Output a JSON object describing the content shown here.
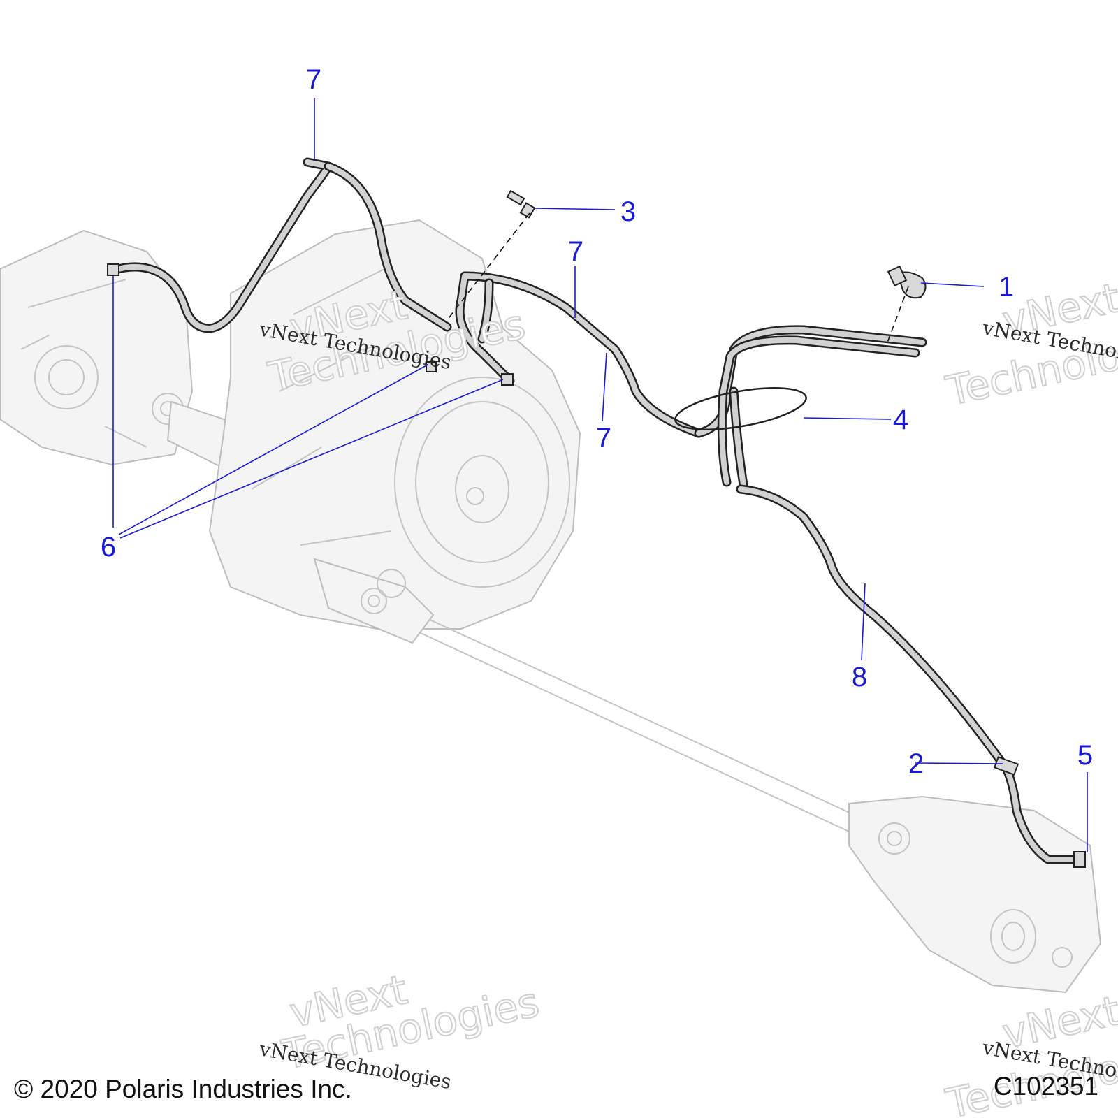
{
  "diagram": {
    "callouts": [
      {
        "id": "c7a",
        "label": "7"
      },
      {
        "id": "c3",
        "label": "3"
      },
      {
        "id": "c7b",
        "label": "7"
      },
      {
        "id": "c1",
        "label": "1"
      },
      {
        "id": "c7c",
        "label": "7"
      },
      {
        "id": "c4",
        "label": "4"
      },
      {
        "id": "c6",
        "label": "6"
      },
      {
        "id": "c8",
        "label": "8"
      },
      {
        "id": "c2",
        "label": "2"
      },
      {
        "id": "c5",
        "label": "5"
      }
    ],
    "watermark_text": "vNext Technologies",
    "watermark_big_1": "vNext",
    "watermark_big_2": "Technologies"
  },
  "footer": {
    "copyright": "© 2020 Polaris Industries Inc.",
    "figure_id": "C102351"
  }
}
